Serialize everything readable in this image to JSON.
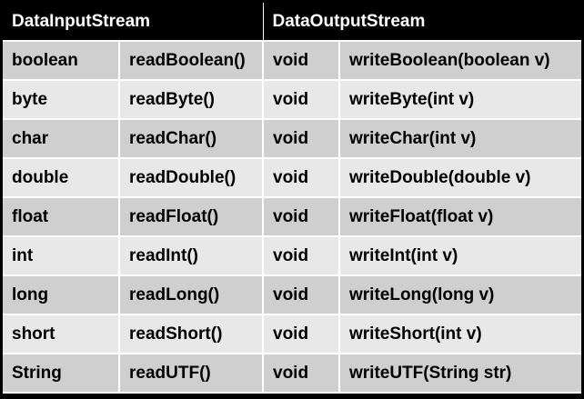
{
  "table": {
    "headers": [
      "DataInputStream",
      "DataOutputStream"
    ],
    "rows": [
      {
        "type": "boolean",
        "read": "readBoolean()",
        "ret": "void",
        "write": "writeBoolean(boolean v)"
      },
      {
        "type": "byte",
        "read": "readByte()",
        "ret": "void",
        "write": "writeByte(int v)"
      },
      {
        "type": "char",
        "read": "readChar()",
        "ret": "void",
        "write": "writeChar(int v)"
      },
      {
        "type": "double",
        "read": "readDouble()",
        "ret": "void",
        "write": "writeDouble(double v)"
      },
      {
        "type": "float",
        "read": "readFloat()",
        "ret": "void",
        "write": "writeFloat(float v)"
      },
      {
        "type": "int",
        "read": "readInt()",
        "ret": "void",
        "write": "writeInt(int v)"
      },
      {
        "type": "long",
        "read": "readLong()",
        "ret": "void",
        "write": "writeLong(long v)"
      },
      {
        "type": "short",
        "read": "readShort()",
        "ret": "void",
        "write": "writeShort(int v)"
      },
      {
        "type": "String",
        "read": "readUTF()",
        "ret": "void",
        "write": "writeUTF(String str)"
      }
    ]
  },
  "colors": {
    "header_bg": "#000000",
    "header_text": "#ffffff",
    "row_odd": "#cfcfcf",
    "row_even": "#e8e8e8"
  }
}
